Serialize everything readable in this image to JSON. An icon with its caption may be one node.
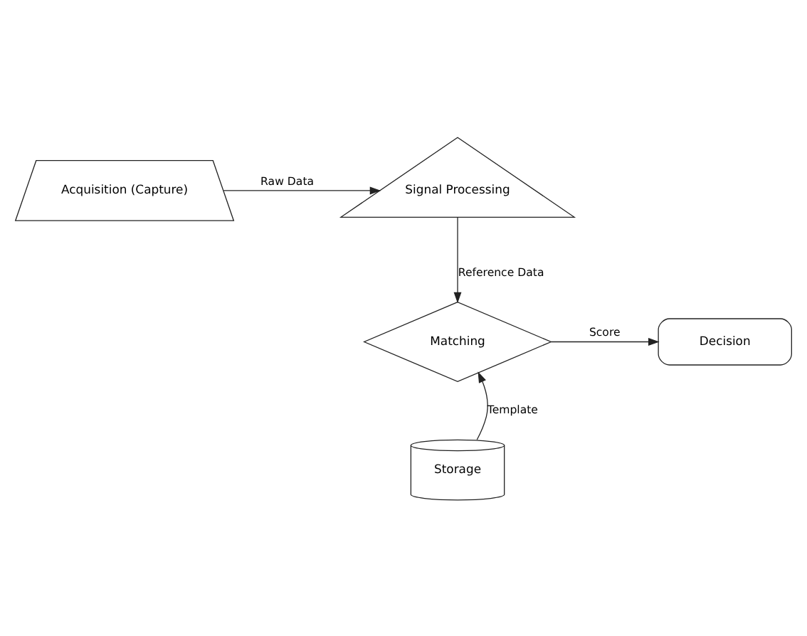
{
  "diagram": {
    "nodes": [
      {
        "text": [
          "Acquisition (Capture)"
        ]
      },
      {
        "text": [
          "Signal Processing"
        ]
      },
      {
        "text": [
          "Matching"
        ]
      },
      {
        "text": [
          "Decision"
        ]
      },
      {
        "text": [
          "Storage"
        ]
      }
    ],
    "edges": [
      {
        "from": 0,
        "to": 1,
        "arrow": "to",
        "label": "Raw Data"
      },
      {
        "from": 1,
        "to": 2,
        "arrow": "to",
        "label": "Reference Data"
      },
      {
        "from": 2,
        "to": 3,
        "arrow": "to",
        "label": "Score"
      },
      {
        "from": 4,
        "to": 2,
        "arrow": "to",
        "label": "Template"
      }
    ]
  }
}
